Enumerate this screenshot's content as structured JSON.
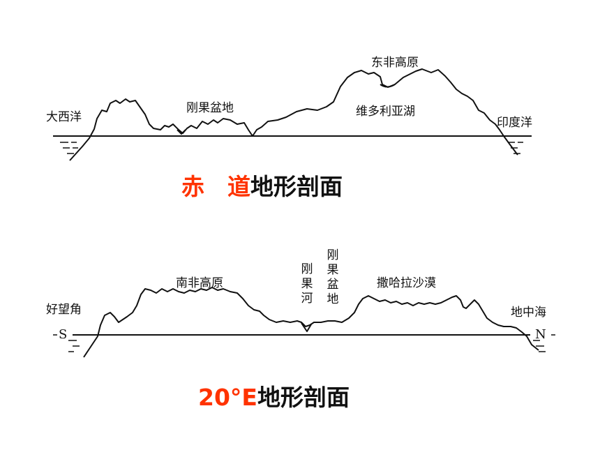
{
  "diagram1": {
    "labels": {
      "atlantic": "大西洋",
      "congo_basin": "刚果盆地",
      "east_africa_plateau": "东非高原",
      "victoria_lake": "维多利亚湖",
      "indian_ocean": "印度洋"
    },
    "title": {
      "highlight": "赤　道",
      "rest": "地形剖面"
    }
  },
  "diagram2": {
    "labels": {
      "cape_good_hope": "好望角",
      "south_africa_plateau": "南非高原",
      "congo_river": "刚果河",
      "congo_basin": "刚果盆地",
      "sahara": "撒哈拉沙漠",
      "mediterranean": "地中海"
    },
    "marks": {
      "south": "S",
      "north": "N"
    },
    "title": {
      "highlight": "20°E",
      "rest": "地形剖面"
    }
  },
  "colors": {
    "line": "#111111",
    "highlight": "#ff3300"
  }
}
